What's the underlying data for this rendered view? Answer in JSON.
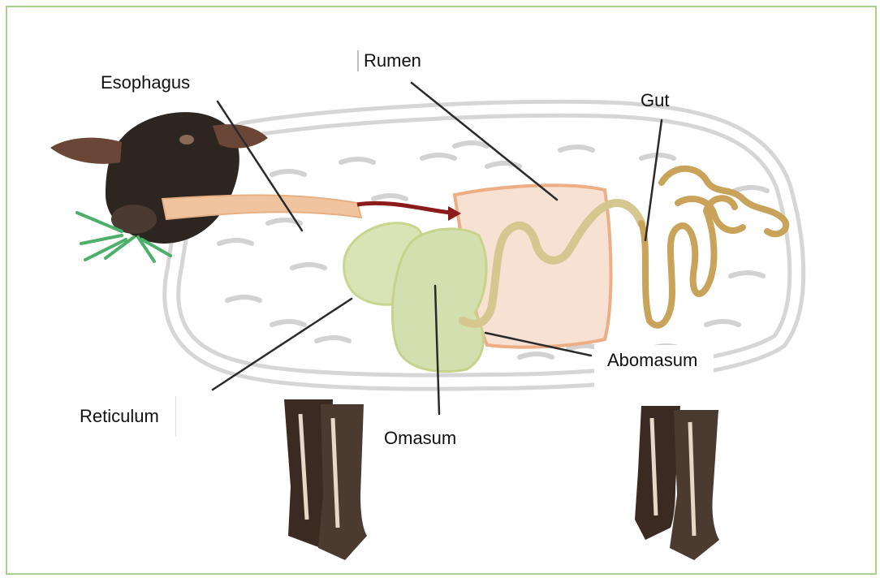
{
  "labels": {
    "esophagus": "Esophagus",
    "rumen": "Rumen",
    "gut": "Gut",
    "abomasum": "Abomasum",
    "reticulum": "Reticulum",
    "omasum": "Omasum"
  },
  "colors": {
    "frame_border": "#a9d08e",
    "wool_outline": "#c9c9c9",
    "esophagus": "#f0c49e",
    "rumen_fill": "#f6e1d2",
    "rumen_outline": "#eeae85",
    "reticulum_fill": "#d9e3b6",
    "omasum_fill": "#d3dfae",
    "gut": "#c9a35a",
    "arrow": "#8b1a1a",
    "head": "#2d2520",
    "legs": "#3a2a22",
    "grass": "#4caf6a"
  }
}
